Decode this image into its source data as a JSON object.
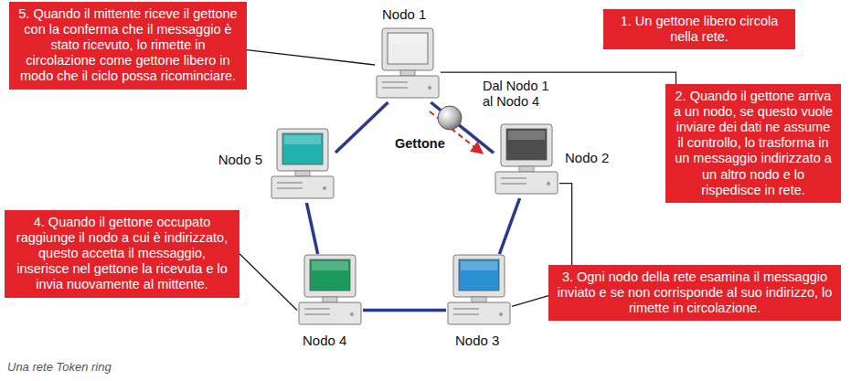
{
  "diagram": {
    "caption": "Una rete Token ring",
    "nodes": [
      {
        "text": [
          "5. Quando il mittente riceve il gettone con la conferma che il messaggio è stato ricevuto, lo rimette in circolazione come gettone libero in modo che il ciclo possa ricominciare."
        ]
      },
      {
        "text": [
          "Nodo 1"
        ]
      },
      {
        "text": [
          "1. Un gettone libero circola nella rete."
        ]
      },
      {
        "text": [
          "2. Quando il gettone arriva a un nodo, se questo vuole inviare dei dati ne assume il controllo, lo trasforma in un messaggio indirizzato a un altro nodo e lo rispedisce in rete."
        ]
      },
      {
        "text": [
          "Nodo 5"
        ]
      },
      {
        "text": [
          "Nodo 2"
        ]
      },
      {
        "text": [
          "4. Quando il gettone occupato raggiunge il nodo a cui è indirizzato, questo accetta il messaggio, inserisce nel gettone la ricevuta e lo invia nuovamente al mittente."
        ]
      },
      {
        "text": [
          "Nodo 4"
        ]
      },
      {
        "text": [
          "Nodo 3"
        ]
      },
      {
        "text": [
          "3. Ogni nodo della rete esamina il messaggio inviato e se non corrisponde al suo indirizzo, lo rimette in circolazione."
        ]
      }
    ],
    "edges": [
      {
        "from": 1,
        "to": 5,
        "arrow": "none"
      },
      {
        "from": 5,
        "to": 8,
        "arrow": "none"
      },
      {
        "from": 8,
        "to": 7,
        "arrow": "none"
      },
      {
        "from": 7,
        "to": 4,
        "arrow": "none"
      },
      {
        "from": 4,
        "to": 1,
        "arrow": "none"
      },
      {
        "from": 0,
        "to": 1,
        "arrow": "none"
      },
      {
        "from": 3,
        "to": 1,
        "arrow": "none"
      },
      {
        "from": 9,
        "to": 5,
        "arrow": "none"
      },
      {
        "from": 6,
        "to": 7,
        "arrow": "none"
      },
      {
        "from": 9,
        "to": 8,
        "arrow": "none"
      }
    ],
    "labels": [
      "Gettone",
      "Dal Nodo 1 al Nodo 4"
    ]
  }
}
